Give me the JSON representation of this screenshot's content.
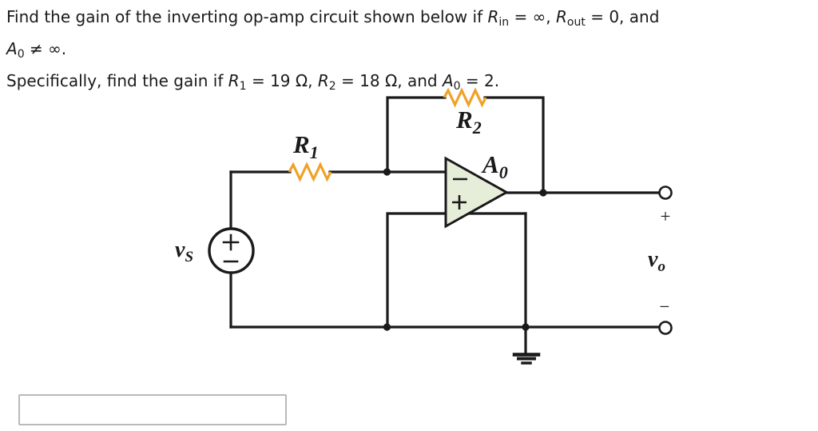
{
  "problem": {
    "lines": [
      [
        {
          "t": "Find the gain of the inverting op-amp circuit shown below if "
        },
        {
          "t": "R",
          "i": 1
        },
        {
          "t": "in",
          "sub": 1
        },
        {
          "t": " = ∞, "
        },
        {
          "t": "R",
          "i": 1
        },
        {
          "t": "out",
          "sub": 1
        },
        {
          "t": " = 0, and "
        }
      ],
      [
        {
          "t": "A",
          "i": 1
        },
        {
          "t": "0",
          "sub": 1
        },
        {
          "t": " ≠ ∞."
        }
      ],
      [
        {
          "t": "Specifically, find the gain if "
        },
        {
          "t": "R",
          "i": 1
        },
        {
          "t": "1",
          "sub": 1
        },
        {
          "t": " = 19 Ω, "
        },
        {
          "t": "R",
          "i": 1
        },
        {
          "t": "2",
          "sub": 1
        },
        {
          "t": " = 18 Ω, and "
        },
        {
          "t": "A",
          "i": 1
        },
        {
          "t": "0",
          "sub": 1
        },
        {
          "t": " = 2."
        }
      ]
    ]
  },
  "circuit": {
    "labels": {
      "r1": {
        "base": "R",
        "sub": "1"
      },
      "r2": {
        "base": "R",
        "sub": "2"
      },
      "a0": {
        "base": "A",
        "sub": "0"
      },
      "vs": {
        "base": "v",
        "sub": "S"
      },
      "vo": {
        "base": "v",
        "sub": "o"
      },
      "output_plus": "+",
      "output_minus": "−"
    },
    "colors": {
      "wire": "#1a1a1a",
      "resistor": "#f0a227",
      "opamp_fill": "#e6eeda"
    }
  },
  "answer": {
    "value": "",
    "placeholder": ""
  }
}
